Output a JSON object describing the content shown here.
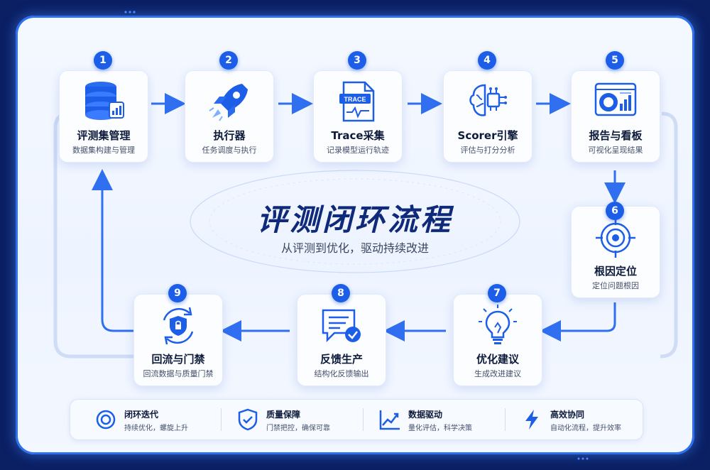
{
  "main": {
    "title": "评测闭环流程",
    "subtitle": "从评测到优化，驱动持续改进"
  },
  "steps": [
    {
      "num": "1",
      "title": "评测集管理",
      "sub": "数据集构建与管理",
      "icon": "database-icon"
    },
    {
      "num": "2",
      "title": "执行器",
      "sub": "任务调度与执行",
      "icon": "rocket-icon"
    },
    {
      "num": "3",
      "title": "Trace采集",
      "sub": "记录模型运行轨迹",
      "icon": "trace-document-icon",
      "icon_label": "TRACE"
    },
    {
      "num": "4",
      "title": "Scorer引擎",
      "sub": "评估与打分分析",
      "icon": "brain-circuit-icon"
    },
    {
      "num": "5",
      "title": "报告与看板",
      "sub": "可视化呈现结果",
      "icon": "dashboard-report-icon"
    },
    {
      "num": "6",
      "title": "根因定位",
      "sub": "定位问题根因",
      "icon": "target-icon"
    },
    {
      "num": "7",
      "title": "优化建议",
      "sub": "生成改进建议",
      "icon": "lightbulb-icon"
    },
    {
      "num": "8",
      "title": "反馈生产",
      "sub": "结构化反馈输出",
      "icon": "feedback-message-icon"
    },
    {
      "num": "9",
      "title": "回流与门禁",
      "sub": "回流数据与质量门禁",
      "icon": "shield-cycle-icon"
    }
  ],
  "features": [
    {
      "title": "闭环迭代",
      "sub": "持续优化，螺旋上升",
      "icon": "loop-icon"
    },
    {
      "title": "质量保障",
      "sub": "门禁把控，确保可靠",
      "icon": "shield-check-icon"
    },
    {
      "title": "数据驱动",
      "sub": "量化评估，科学决策",
      "icon": "trend-chart-icon"
    },
    {
      "title": "高效协同",
      "sub": "自动化流程，提升效率",
      "icon": "lightning-icon"
    }
  ],
  "colors": {
    "accent": "#1d5ee8",
    "frame": "#0b1f63",
    "title": "#0f2a7a",
    "arrow": "#2f6ff0"
  }
}
